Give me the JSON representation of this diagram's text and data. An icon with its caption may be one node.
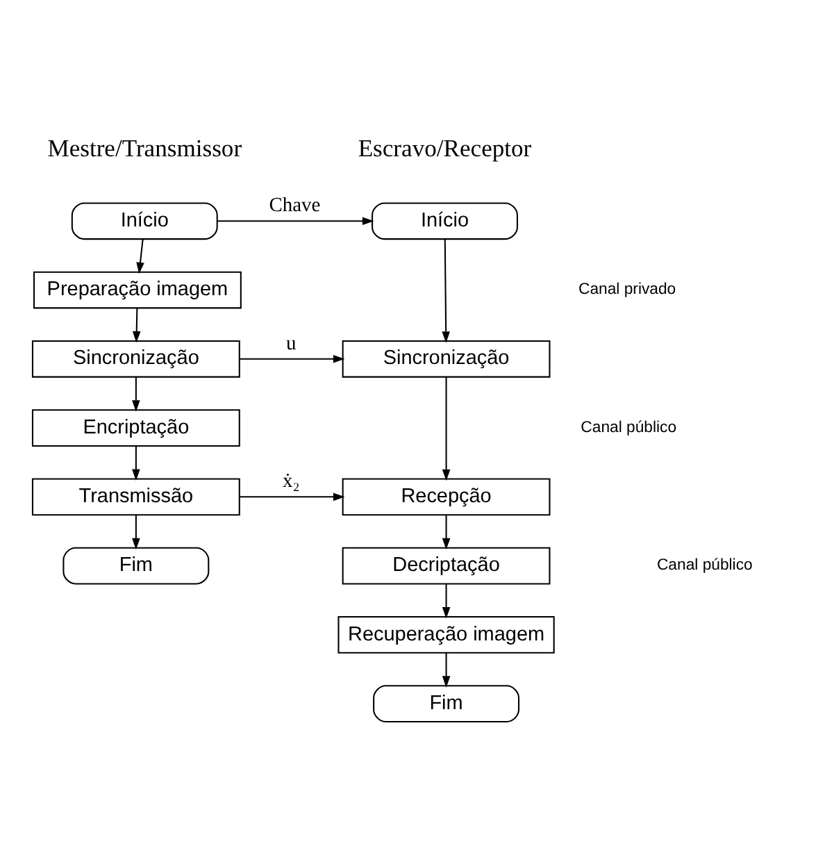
{
  "diagram": {
    "nodes": [
      {
        "text": [
          "Início"
        ]
      },
      {
        "text": [
          "Preparação imagem"
        ]
      },
      {
        "text": [
          "Sincronização"
        ]
      },
      {
        "text": [
          "Encriptação"
        ]
      },
      {
        "text": [
          "Transmissão"
        ]
      },
      {
        "text": [
          "Fim"
        ]
      },
      {
        "text": [
          "Início"
        ]
      },
      {
        "text": [
          "Sincronização"
        ]
      },
      {
        "text": [
          "Recepção"
        ]
      },
      {
        "text": [
          "Decriptação"
        ]
      },
      {
        "text": [
          "Recuperação imagem"
        ]
      },
      {
        "text": [
          "Fim"
        ]
      }
    ],
    "edges": [
      {
        "from": 0,
        "to": 1,
        "arrow": "to"
      },
      {
        "from": 1,
        "to": 2,
        "arrow": "to"
      },
      {
        "from": 2,
        "to": 3,
        "arrow": "to"
      },
      {
        "from": 3,
        "to": 4,
        "arrow": "to"
      },
      {
        "from": 4,
        "to": 5,
        "arrow": "to"
      },
      {
        "from": 0,
        "to": 6,
        "arrow": "to",
        "label": "Chave"
      },
      {
        "from": 6,
        "to": 7,
        "arrow": "to"
      },
      {
        "from": 2,
        "to": 7,
        "arrow": "to",
        "label": "u"
      },
      {
        "from": 7,
        "to": 8,
        "arrow": "to"
      },
      {
        "from": 4,
        "to": 8,
        "arrow": "to",
        "label": "ẋ₂"
      },
      {
        "from": 8,
        "to": 9,
        "arrow": "to"
      },
      {
        "from": 9,
        "to": 10,
        "arrow": "to"
      },
      {
        "from": 10,
        "to": 11,
        "arrow": "to"
      }
    ],
    "labels": [
      "Mestre/Transmissor",
      "Escravo/Receptor",
      "Canal privado",
      "Canal público",
      "Canal público"
    ]
  }
}
